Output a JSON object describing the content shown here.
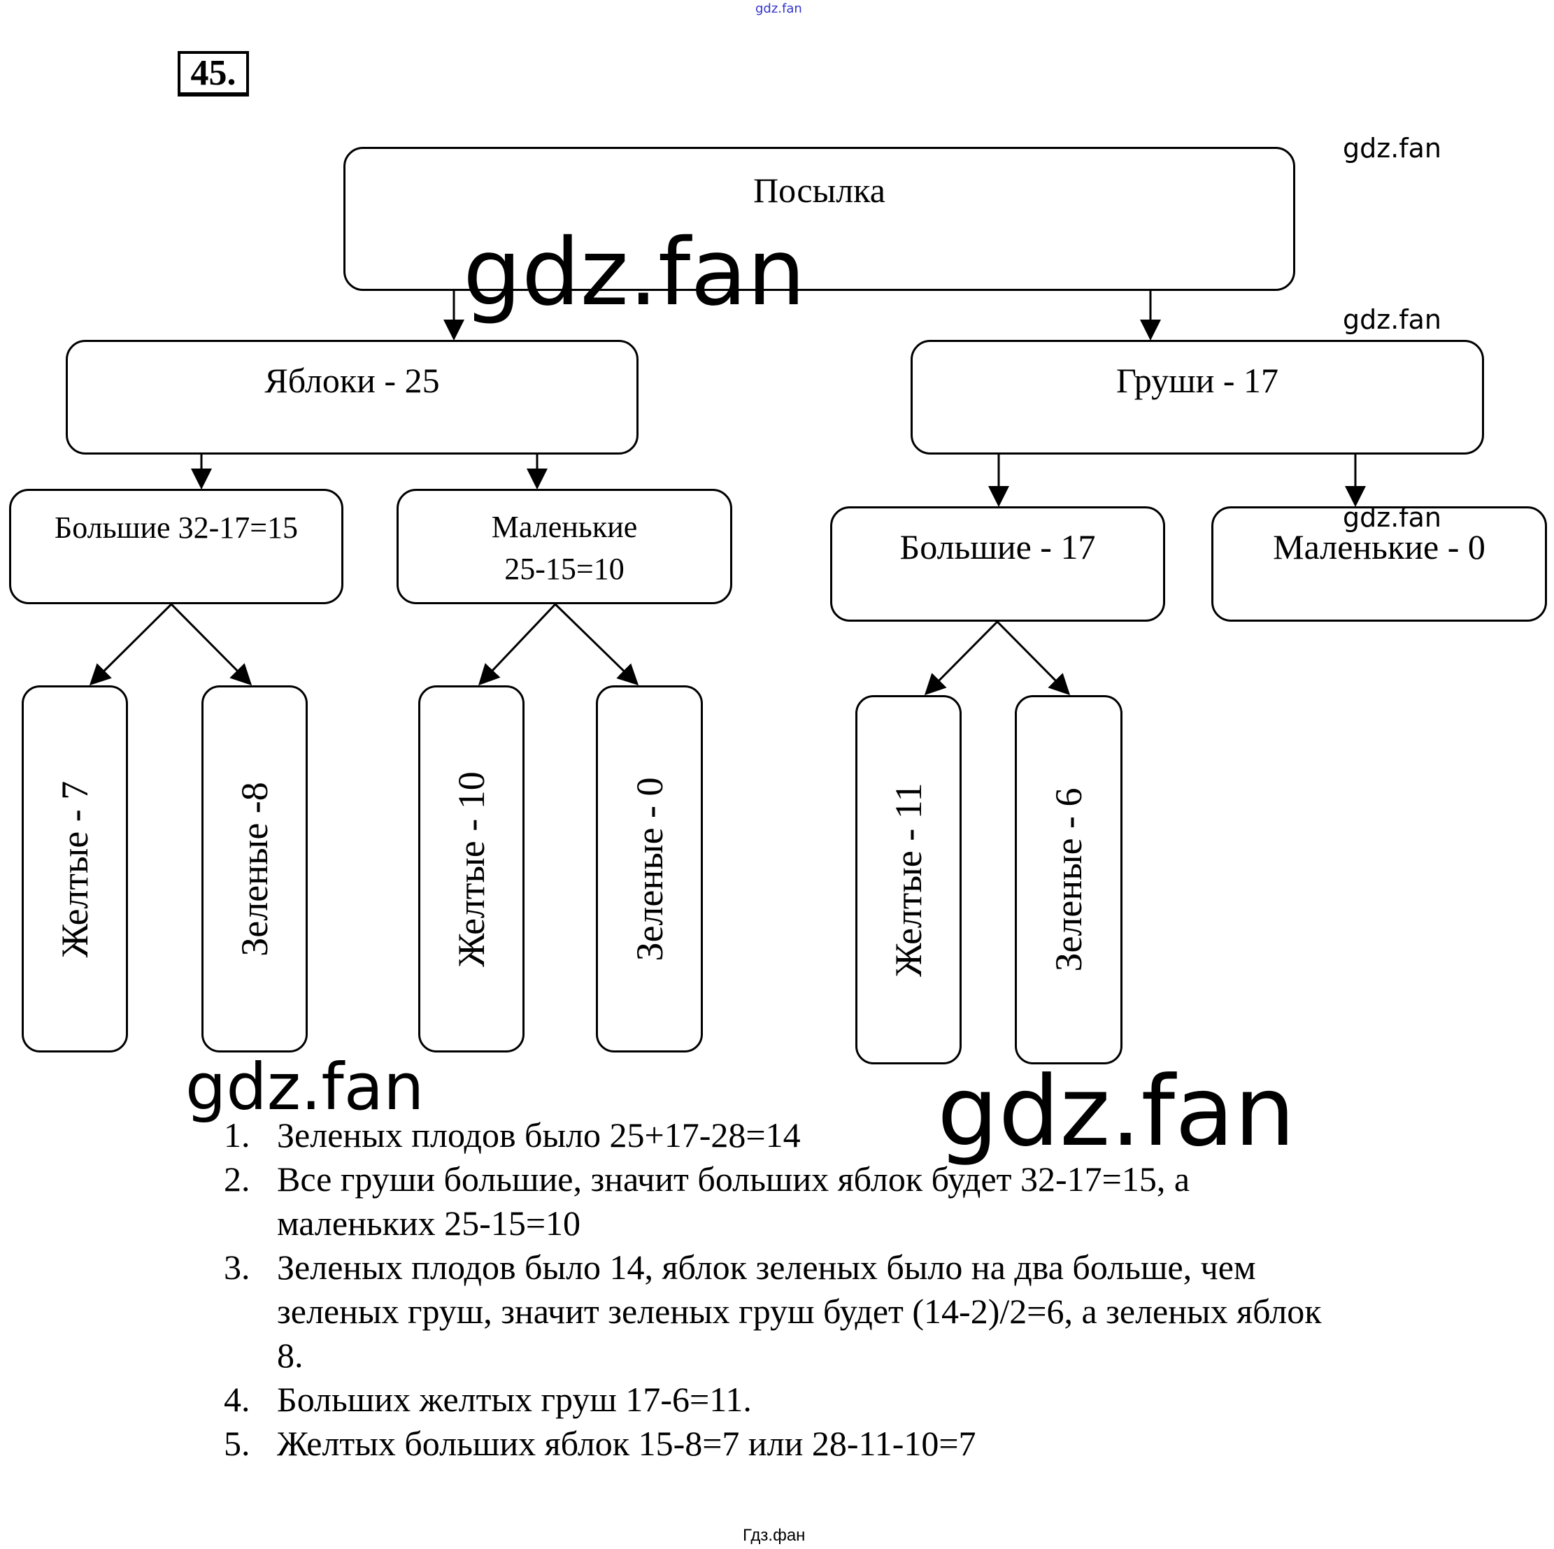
{
  "header": {
    "top_watermark": "gdz.fan",
    "task_number": "45."
  },
  "diagram": {
    "root": {
      "label": "Посылка"
    },
    "level1": [
      {
        "label": "Яблоки - 25"
      },
      {
        "label": "Груши - 17"
      }
    ],
    "level2": [
      {
        "label": "Большие  32-17=15"
      },
      {
        "label_line1": "Маленькие",
        "label_line2": "25-15=10"
      },
      {
        "label": "Большие - 17"
      },
      {
        "label": "Маленькие - 0"
      }
    ],
    "level3": [
      {
        "label": "Желтые - 7"
      },
      {
        "label": "Зеленые -8"
      },
      {
        "label": "Желтые - 10"
      },
      {
        "label": "Зеленые - 0"
      },
      {
        "label": "Желтые - 11"
      },
      {
        "label": "Зеленые - 6"
      }
    ]
  },
  "solution_steps": [
    {
      "num": "1.",
      "lines": [
        "Зеленых плодов было 25+17-28=14"
      ]
    },
    {
      "num": "2.",
      "lines": [
        "Все груши большие, значит больших яблок будет 32-17=15, а",
        "маленьких 25-15=10"
      ]
    },
    {
      "num": "3.",
      "lines": [
        "Зеленых плодов было 14, яблок зеленых было на два больше, чем",
        "зеленых груш, значит зеленых груш будет (14-2)/2=6, а зеленых яблок",
        "8."
      ]
    },
    {
      "num": "4.",
      "lines": [
        "Больших желтых груш 17-6=11."
      ]
    },
    {
      "num": "5.",
      "lines": [
        "Желтых больших яблок 15-8=7 или 28-11-10=7"
      ]
    }
  ],
  "watermarks": {
    "small_1": "gdz.fan",
    "small_2": "gdz.fan",
    "small_3": "gdz.fan",
    "large_1": "gdz.fan",
    "large_2": "gdz.fan",
    "large_3": "gdz.fan"
  },
  "footer": {
    "text": "Гдз.фан"
  },
  "colors": {
    "top_watermark": "#3333cc",
    "line": "#000000"
  }
}
